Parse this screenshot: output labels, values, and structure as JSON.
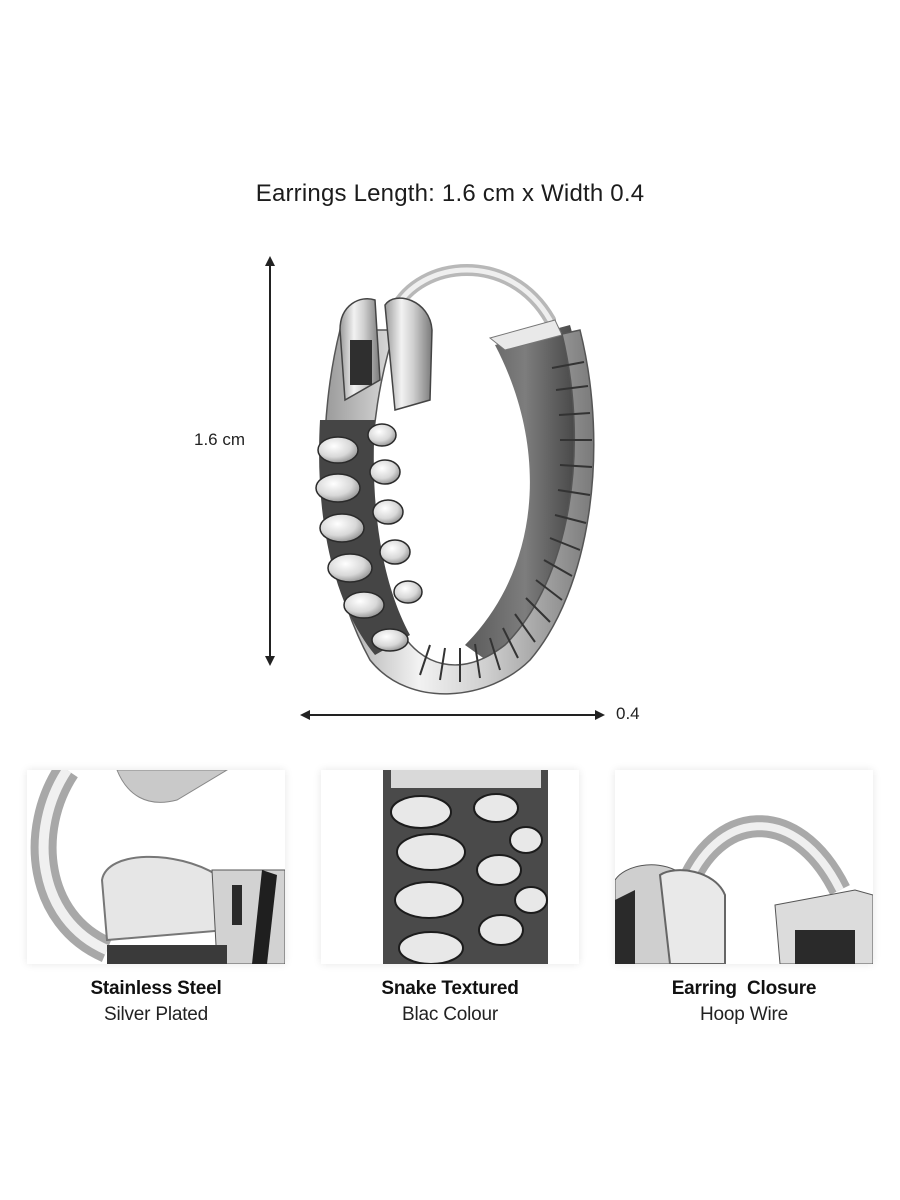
{
  "header": {
    "title": "Earrings Length: 1.6 cm x Width 0.4"
  },
  "dimensions": {
    "length_label": "1.6 cm",
    "width_label": "0.4"
  },
  "hero_image": {
    "subject": "snake-textured silver hoop earring",
    "icon": "earring-hoop-icon"
  },
  "features": [
    {
      "title": "Stainless Steel",
      "subtitle": "Silver Plated",
      "image": "hoop-detail-closeup"
    },
    {
      "title": "Snake Textured",
      "subtitle": "Blac Colour",
      "image": "snake-texture-closeup"
    },
    {
      "title": "Earring  Closure",
      "subtitle": "Hoop Wire",
      "image": "hoop-wire-closure-closeup"
    }
  ],
  "colors": {
    "background": "#ffffff",
    "text": "#1c1c1c",
    "metal_light": "#e6e6e6",
    "metal_mid": "#b0b0b0",
    "metal_dark": "#3a3a3a"
  }
}
